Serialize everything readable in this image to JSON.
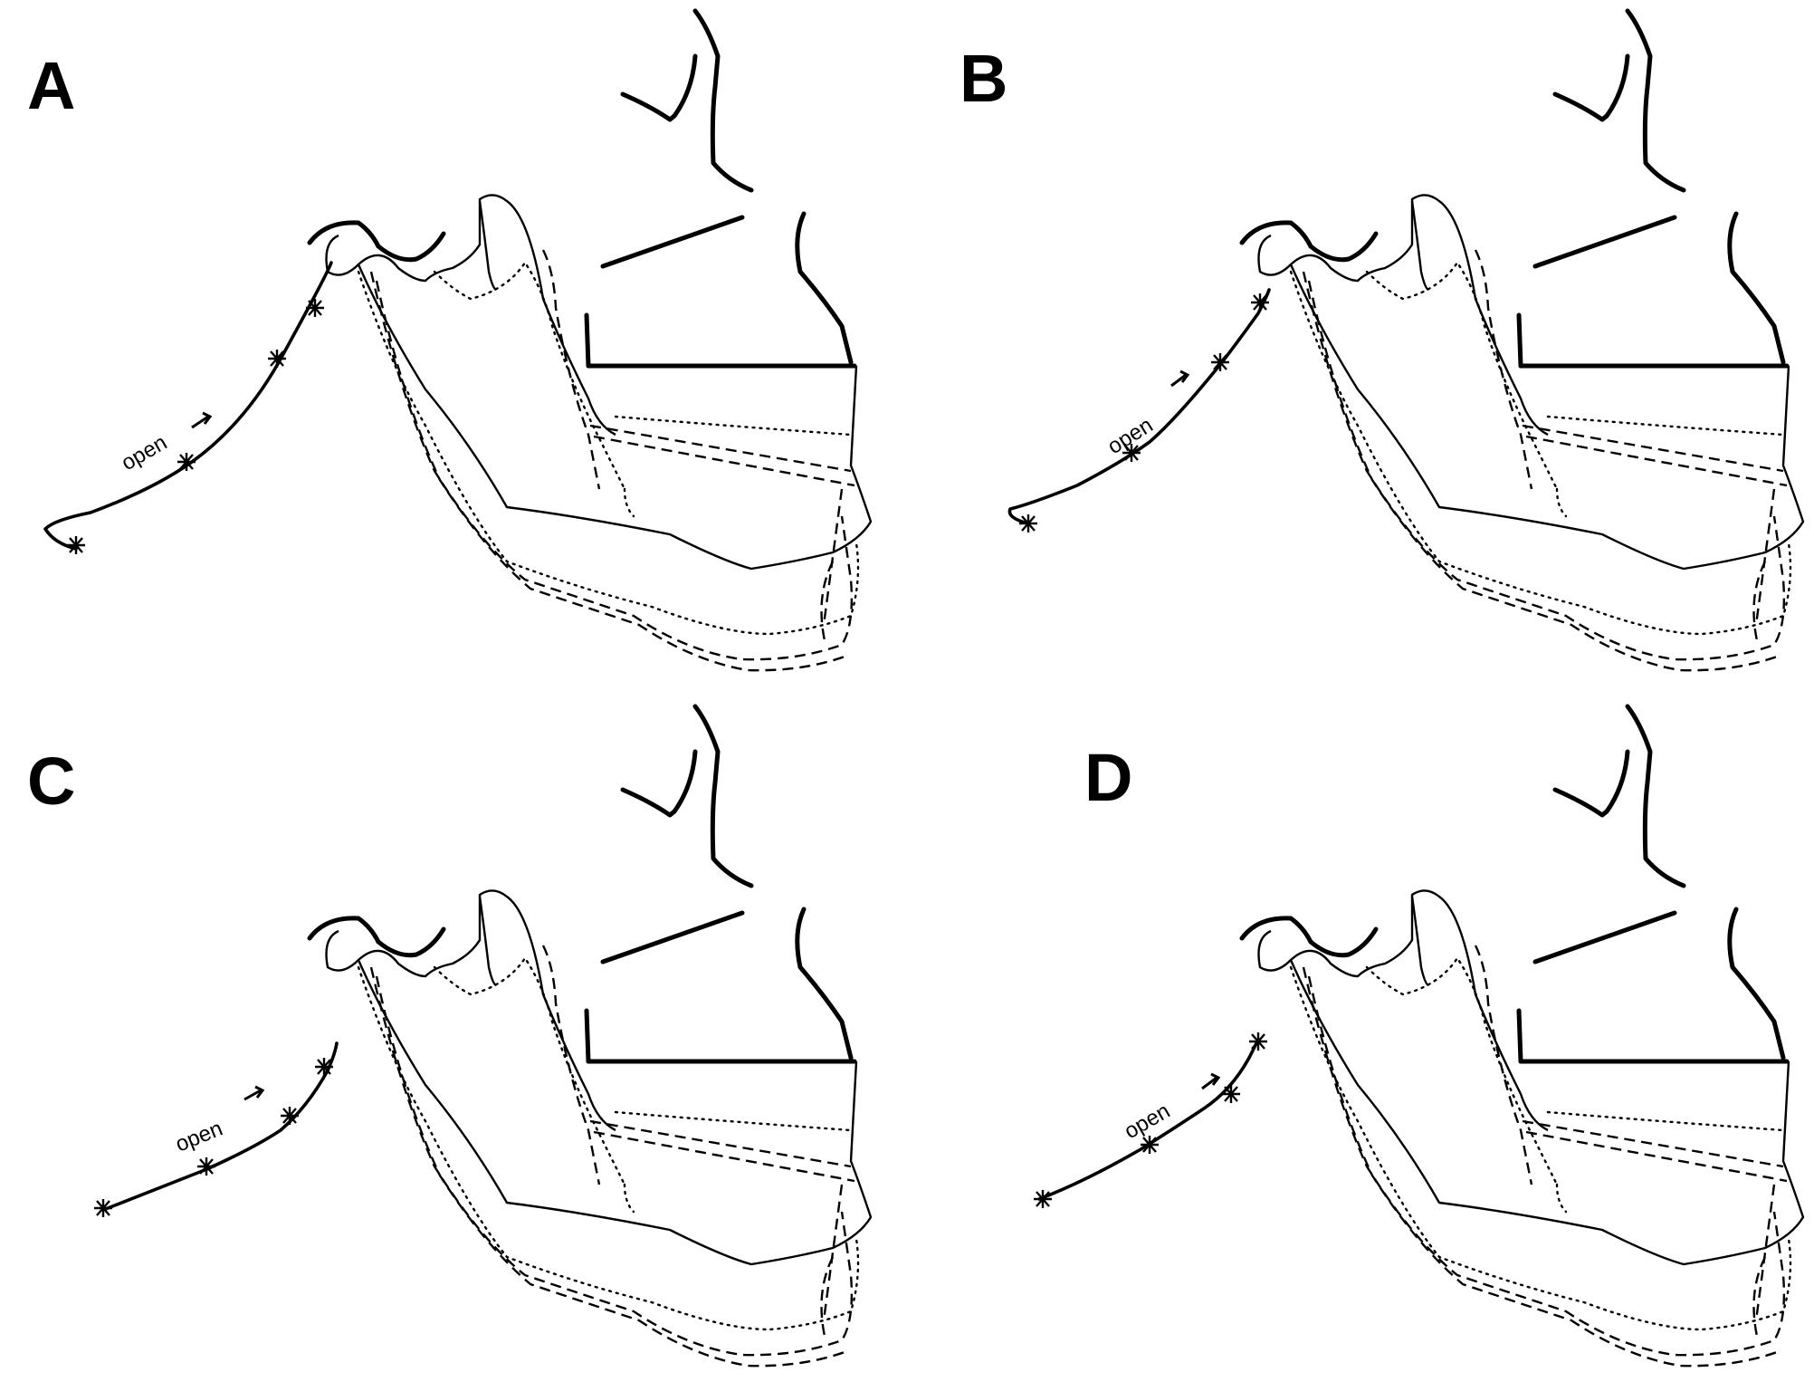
{
  "panels": [
    {
      "label": "A",
      "annotation": "open"
    },
    {
      "label": "B",
      "annotation": "open"
    },
    {
      "label": "C",
      "annotation": "open"
    },
    {
      "label": "D",
      "annotation": "open"
    }
  ]
}
